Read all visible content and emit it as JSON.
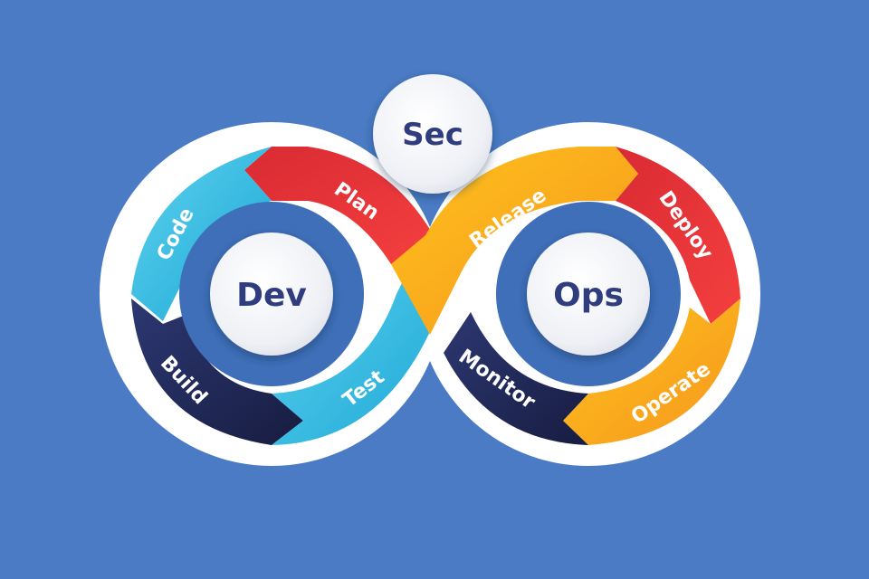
{
  "background_color": "#4a7bc4",
  "hubs": {
    "sec": "Sec",
    "dev": "Dev",
    "ops": "Ops"
  },
  "stages": {
    "plan": {
      "label": "Plan",
      "color": "#e8323a"
    },
    "code": {
      "label": "Code",
      "color": "#2fb3dd"
    },
    "build": {
      "label": "Build",
      "color": "#242c5e"
    },
    "test": {
      "label": "Test",
      "color": "#2fb3dd"
    },
    "release": {
      "label": "Release",
      "color": "#f7a81b"
    },
    "deploy": {
      "label": "Deploy",
      "color": "#e8323a"
    },
    "operate": {
      "label": "Operate",
      "color": "#f7a81b"
    },
    "monitor": {
      "label": "Monitor",
      "color": "#242c5e"
    }
  }
}
